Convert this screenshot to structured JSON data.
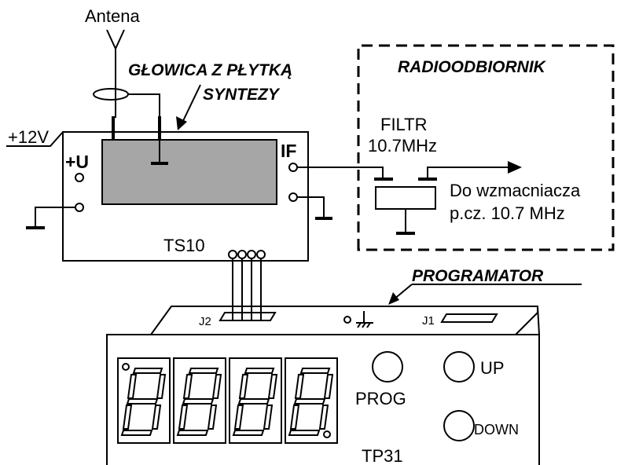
{
  "antenna_label": "Antena",
  "head_title_line1": "GŁOWICA Z PŁYTKĄ",
  "head_title_line2": "SYNTEZY",
  "supply_label": "+12V",
  "plus_u_label": "+U",
  "if_label": "IF",
  "module_label": "TS10",
  "receiver_title": "RADIOODBIORNIK",
  "filter_line1": "FILTR",
  "filter_line2": "10.7MHz",
  "amp_line1": "Do wzmacniacza",
  "amp_line2": "p.cz. 10.7 MHz",
  "programmer_title": "PROGRAMATOR",
  "j2_label": "J2",
  "j1_label": "J1",
  "prog_label": "PROG",
  "up_label": "UP",
  "down_label": "DOWN",
  "programmer_label": "TP31",
  "colors": {
    "module_window": "#a6a6a6",
    "line": "#000000"
  }
}
